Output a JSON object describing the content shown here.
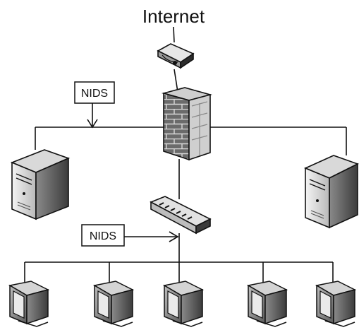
{
  "labels": {
    "internet": "Internet",
    "nids_top": "NIDS",
    "nids_bottom": "NIDS"
  },
  "nodes": {
    "router": "router-icon",
    "firewall": "firewall-icon",
    "switch": "switch-icon",
    "server_left": "server-icon",
    "server_right": "server-icon",
    "workstations": [
      "workstation-icon",
      "workstation-icon",
      "workstation-icon",
      "workstation-icon",
      "workstation-icon"
    ]
  },
  "colors": {
    "line": "#111111",
    "firewall_brick": "#6b6b6b",
    "firewall_mortar": "#d8d8d8"
  }
}
